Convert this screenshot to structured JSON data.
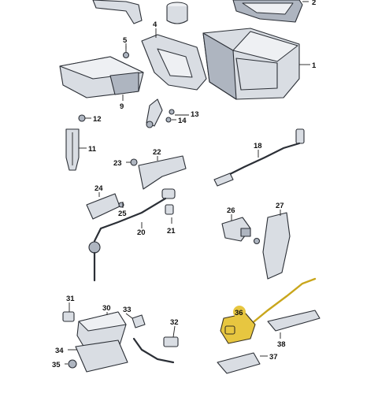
{
  "callouts": {
    "c1": "1",
    "c2": "2",
    "c4": "4",
    "c5": "5",
    "c9": "9",
    "c11": "11",
    "c12": "12",
    "c13": "13",
    "c14": "14",
    "c18": "18",
    "c20": "20",
    "c21": "21",
    "c22": "22",
    "c23": "23",
    "c24": "24",
    "c25": "25",
    "c26": "26",
    "c27": "27",
    "c30": "30",
    "c31": "31",
    "c32": "32",
    "c33": "33",
    "c34": "34",
    "c35": "35",
    "c36": "36",
    "c37": "37",
    "c38": "38"
  },
  "highlight": {
    "part": "36",
    "color": "#e7c640"
  }
}
